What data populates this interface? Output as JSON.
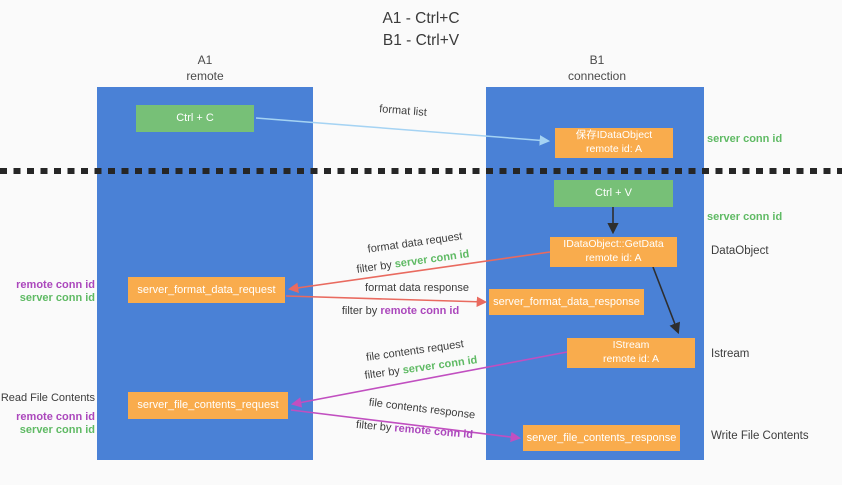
{
  "title": {
    "line1": "A1 - Ctrl+C",
    "line2": "B1 - Ctrl+V"
  },
  "lanes": {
    "left": {
      "name": "A1",
      "subtitle": "remote"
    },
    "right": {
      "name": "B1",
      "subtitle": "connection"
    }
  },
  "boxes": {
    "ctrl_c": {
      "label": "Ctrl + C"
    },
    "ctrl_v": {
      "label": "Ctrl + V"
    },
    "save_dataobject": {
      "line1": "保存IDataObject",
      "line2": "remote id: A"
    },
    "getdata": {
      "line1": "IDataObject::GetData",
      "line2": "remote id: A"
    },
    "istream": {
      "line1": "IStream",
      "line2": "remote id: A"
    },
    "server_format_data_request": {
      "label": "server_format_data_request"
    },
    "server_format_data_response": {
      "label": "server_format_data_response"
    },
    "server_file_contents_request": {
      "label": "server_file_contents_request"
    },
    "server_file_contents_response": {
      "label": "server_file_contents_response"
    }
  },
  "arrows": {
    "format_list": {
      "label": "format list"
    },
    "format_data_request": {
      "label": "format data request",
      "filter_prefix": "filter by",
      "filter_key": "server conn id"
    },
    "format_data_response": {
      "label": "format data response",
      "filter_prefix": "filter by",
      "filter_key": "remote conn id"
    },
    "file_contents_request": {
      "label": "file contents request",
      "filter_prefix": "filter by",
      "filter_key": "server conn id"
    },
    "file_contents_response": {
      "label": "file contents response",
      "filter_prefix": "filter by",
      "filter_key": "remote conn id"
    }
  },
  "annotations": {
    "right_top_server_conn": "server conn id",
    "right_mid_server_conn": "server conn id",
    "dataobject": "DataObject",
    "istream": "Istream",
    "write_file_contents": "Write File Contents",
    "left_format_remote_conn": "remote conn id",
    "left_format_server_conn": "server conn id",
    "read_file_contents": "Read File Contents",
    "left_file_remote_conn": "remote conn id",
    "left_file_server_conn": "server conn id"
  },
  "colors": {
    "lane_blue": "#4a81d6",
    "box_green": "#77c077",
    "box_orange": "#f9ac4d",
    "server_conn_green": "#5fba64",
    "remote_conn_purple": "#ab47bc",
    "arrow_red": "#e96a5f",
    "arrow_magenta": "#c14fc0",
    "arrow_lightblue": "#a5d3f3",
    "arrow_black": "#2e2e2e"
  }
}
